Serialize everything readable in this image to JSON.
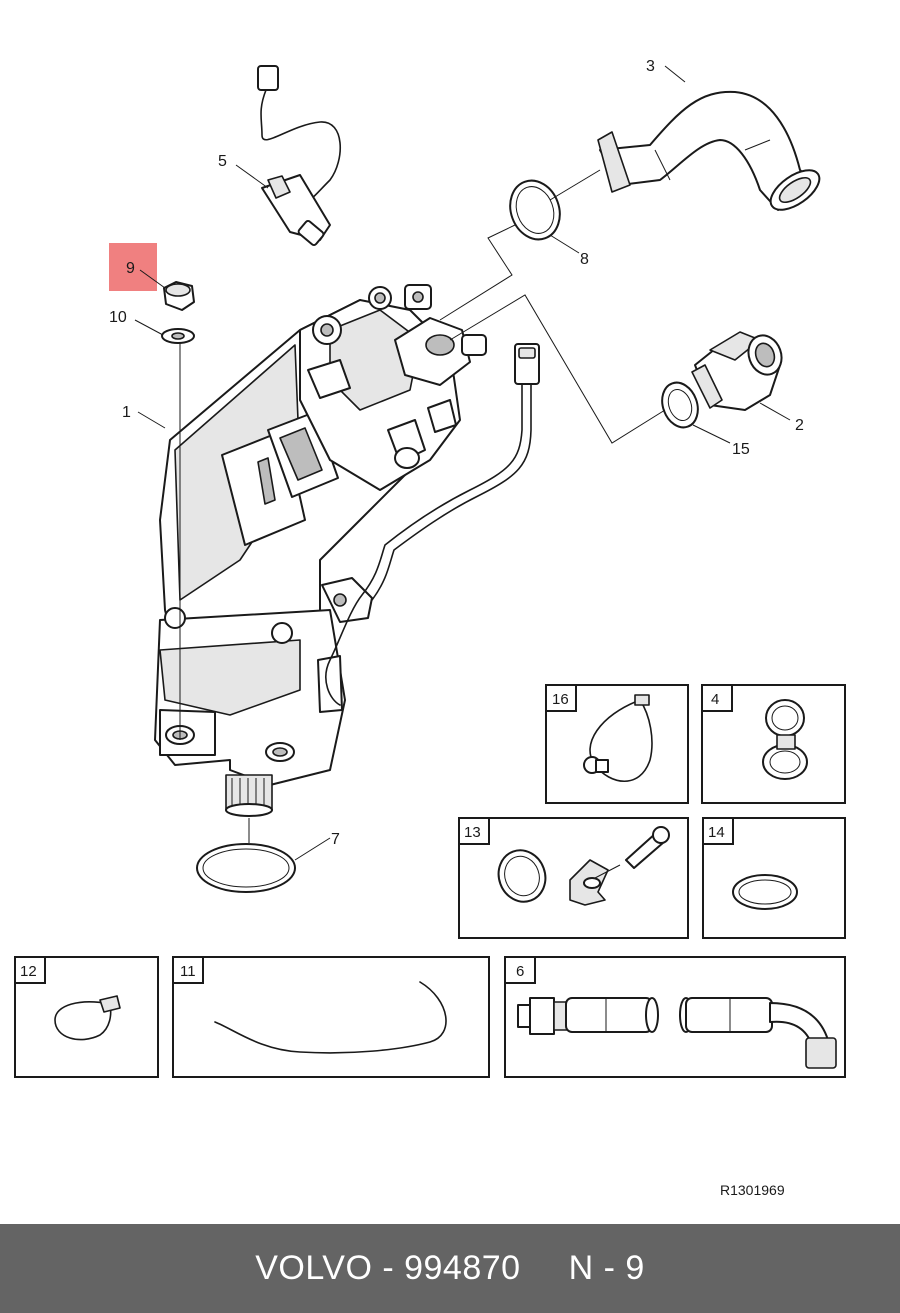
{
  "diagram": {
    "reference_code": "R1301969",
    "highlight_color": "#f08080",
    "highlighted_callout": "9",
    "callouts": {
      "c1": "1",
      "c2": "2",
      "c3": "3",
      "c5": "5",
      "c7": "7",
      "c8": "8",
      "c9": "9",
      "c10": "10",
      "c15": "15"
    },
    "inset_boxes": {
      "b16": "16",
      "b4": "4",
      "b13": "13",
      "b14": "14",
      "b12": "12",
      "b11": "11",
      "b6": "6"
    }
  },
  "footer": {
    "part_text": "VOLVO - 994870",
    "position_text": "N - 9",
    "background_color": "#646464"
  }
}
